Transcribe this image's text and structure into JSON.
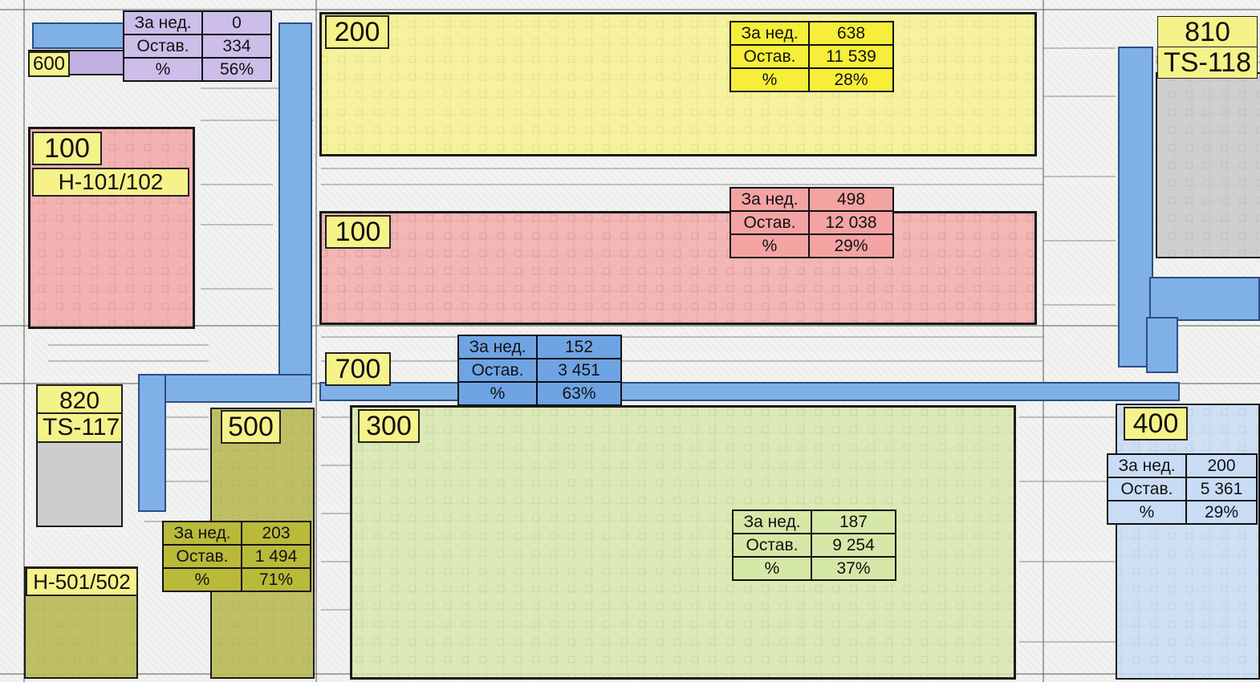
{
  "colors": {
    "yellow": "#f6f28a",
    "red": "#f4a3a3",
    "green": "#d6e8a8",
    "olive": "#b9ba55",
    "blue": "#7fb0e6",
    "purple": "#b9a6df",
    "grey": "#c9c9c9",
    "lightblue": "#c9dcf5"
  },
  "zones": {
    "z200": {
      "label": "200",
      "stats": {
        "k1": "За нед.",
        "v1": "638",
        "k2": "Остав.",
        "v2": "11 539",
        "k3": "%",
        "v3": "28%"
      }
    },
    "z100": {
      "label": "100",
      "stats": {
        "k1": "За нед.",
        "v1": "498",
        "k2": "Остав.",
        "v2": "12 038",
        "k3": "%",
        "v3": "29%"
      }
    },
    "z100w": {
      "label": "100",
      "sub": "H-101/102"
    },
    "z600": {
      "label": "600",
      "stats": {
        "k1": "За нед.",
        "v1": "0",
        "k2": "Остав.",
        "v2": "334",
        "k3": "%",
        "v3": "56%"
      }
    },
    "z810": {
      "label": "810",
      "sub": "TS-118"
    },
    "z700": {
      "label": "700",
      "stats": {
        "k1": "За нед.",
        "v1": "152",
        "k2": "Остав.",
        "v2": "3 451",
        "k3": "%",
        "v3": "63%"
      }
    },
    "z820": {
      "label": "820",
      "sub": "TS-117"
    },
    "z500": {
      "label": "500",
      "sub": "H-501/502",
      "stats": {
        "k1": "За нед.",
        "v1": "203",
        "k2": "Остав.",
        "v2": "1 494",
        "k3": "%",
        "v3": "71%"
      }
    },
    "z300": {
      "label": "300",
      "stats": {
        "k1": "За нед.",
        "v1": "187",
        "k2": "Остав.",
        "v2": "9 254",
        "k3": "%",
        "v3": "37%"
      }
    },
    "z400": {
      "label": "400",
      "stats": {
        "k1": "За нед.",
        "v1": "200",
        "k2": "Остав.",
        "v2": "5 361",
        "k3": "%",
        "v3": "29%"
      }
    }
  }
}
